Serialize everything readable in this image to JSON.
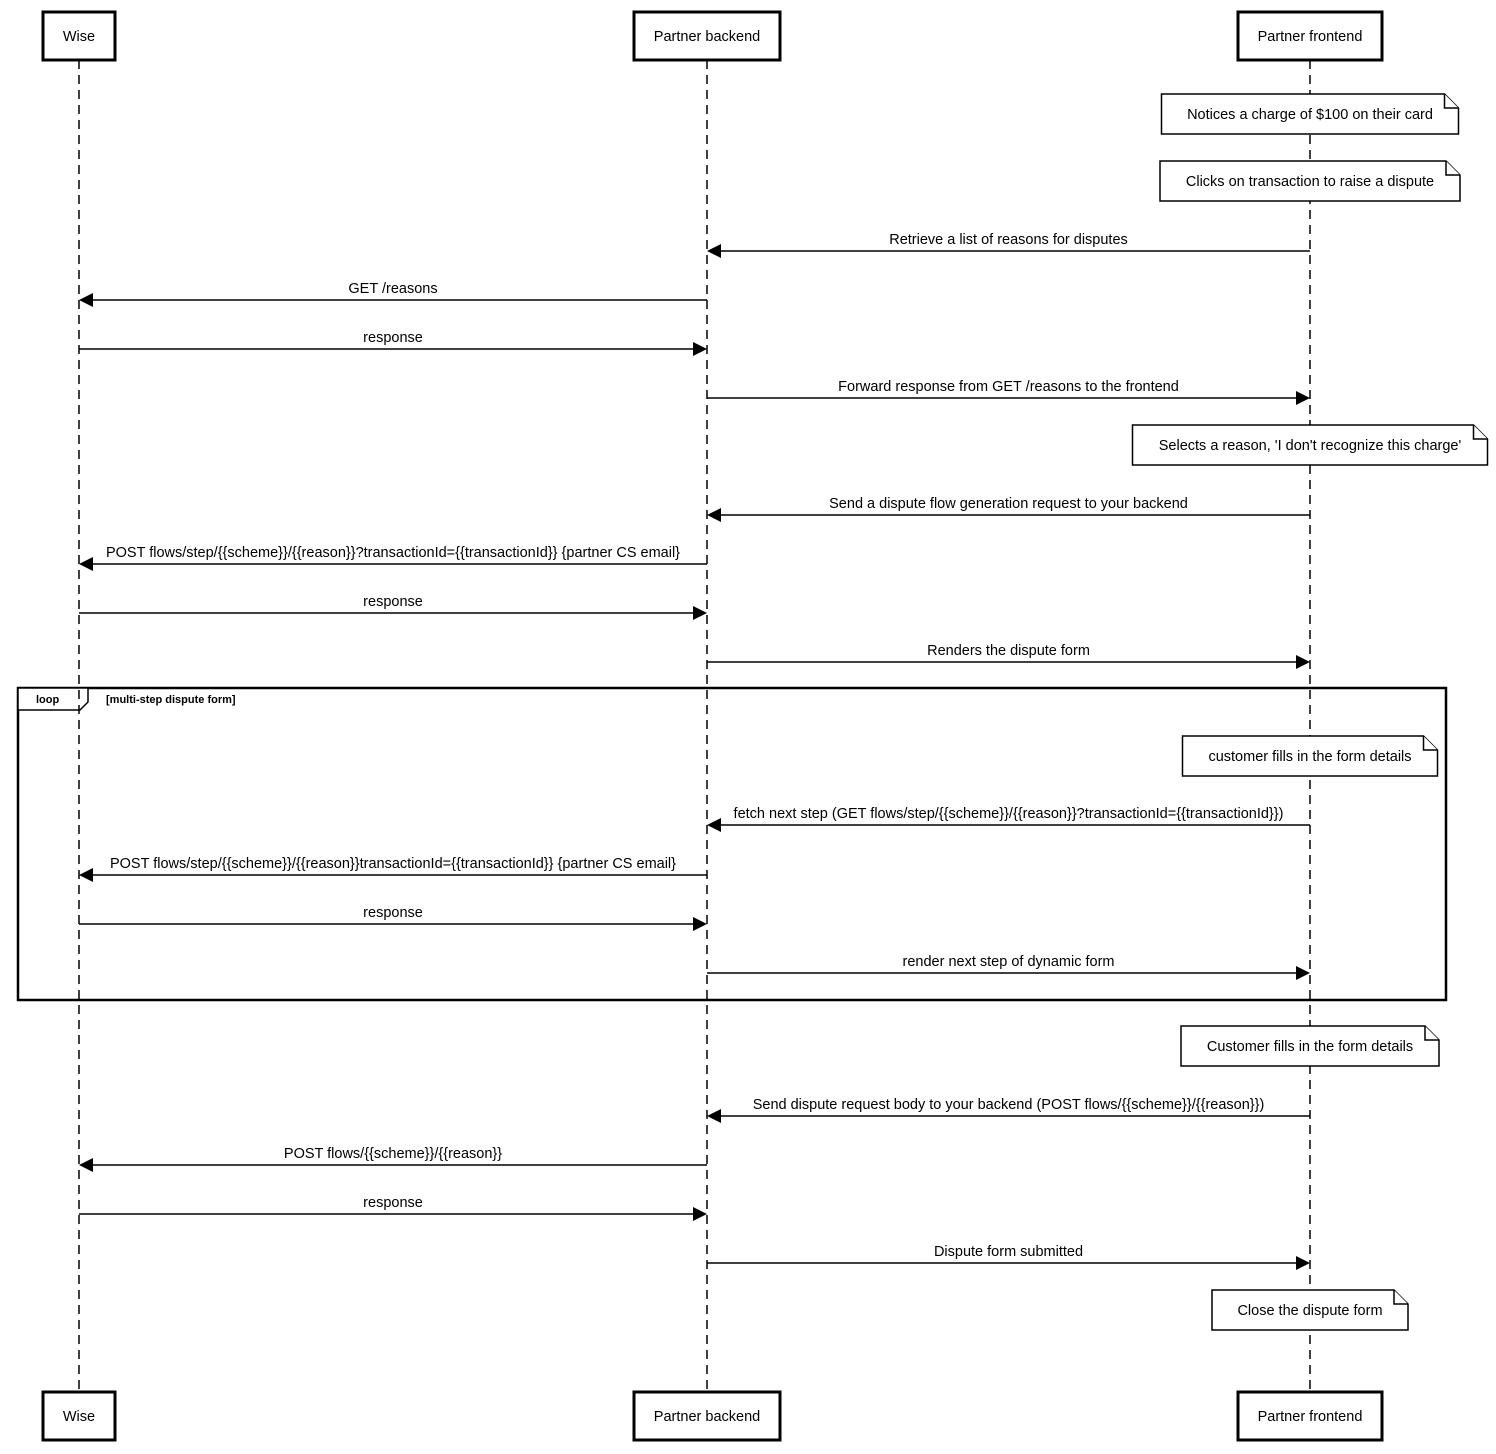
{
  "actors": [
    {
      "id": "wise",
      "label": "Wise"
    },
    {
      "id": "backend",
      "label": "Partner backend"
    },
    {
      "id": "frontend",
      "label": "Partner frontend"
    }
  ],
  "loop": {
    "keyword": "loop",
    "condition": "[multi-step dispute form]"
  },
  "steps": [
    {
      "kind": "note",
      "actor": "frontend",
      "text": "Notices a charge of $100 on their card"
    },
    {
      "kind": "note",
      "actor": "frontend",
      "text": "Clicks on transaction to raise a dispute"
    },
    {
      "kind": "message",
      "from": "frontend",
      "to": "backend",
      "text": "Retrieve a list of reasons for disputes"
    },
    {
      "kind": "message",
      "from": "backend",
      "to": "wise",
      "text": "GET /reasons"
    },
    {
      "kind": "message",
      "from": "wise",
      "to": "backend",
      "text": "response"
    },
    {
      "kind": "message",
      "from": "backend",
      "to": "frontend",
      "text": "Forward response from GET /reasons to the frontend"
    },
    {
      "kind": "note",
      "actor": "frontend",
      "text": "Selects a reason, 'I don't recognize this charge'"
    },
    {
      "kind": "message",
      "from": "frontend",
      "to": "backend",
      "text": "Send a dispute flow generation request to your backend"
    },
    {
      "kind": "message",
      "from": "backend",
      "to": "wise",
      "text": "POST flows/step/{{scheme}}/{{reason}}?transactionId={{transactionId}} {partner CS email}"
    },
    {
      "kind": "message",
      "from": "wise",
      "to": "backend",
      "text": "response"
    },
    {
      "kind": "message",
      "from": "backend",
      "to": "frontend",
      "text": "Renders the dispute form"
    },
    {
      "kind": "note",
      "actor": "frontend",
      "text": "customer fills in the form details",
      "in_loop": true
    },
    {
      "kind": "message",
      "from": "frontend",
      "to": "backend",
      "text": "fetch next step (GET flows/step/{{scheme}}/{{reason}}?transactionId={{transactionId}})",
      "in_loop": true
    },
    {
      "kind": "message",
      "from": "backend",
      "to": "wise",
      "text": "POST flows/step/{{scheme}}/{{reason}}transactionId={{transactionId}} {partner CS email}",
      "in_loop": true
    },
    {
      "kind": "message",
      "from": "wise",
      "to": "backend",
      "text": "response",
      "in_loop": true
    },
    {
      "kind": "message",
      "from": "backend",
      "to": "frontend",
      "text": "render next step of dynamic form",
      "in_loop": true
    },
    {
      "kind": "note",
      "actor": "frontend",
      "text": "Customer fills in the form details"
    },
    {
      "kind": "message",
      "from": "frontend",
      "to": "backend",
      "text": "Send dispute request body to your backend (POST flows/{{scheme}}/{{reason}})"
    },
    {
      "kind": "message",
      "from": "backend",
      "to": "wise",
      "text": "POST flows/{{scheme}}/{{reason}}"
    },
    {
      "kind": "message",
      "from": "wise",
      "to": "backend",
      "text": "response"
    },
    {
      "kind": "message",
      "from": "backend",
      "to": "frontend",
      "text": "Dispute form submitted"
    },
    {
      "kind": "note",
      "actor": "frontend",
      "text": "Close the dispute form"
    }
  ]
}
